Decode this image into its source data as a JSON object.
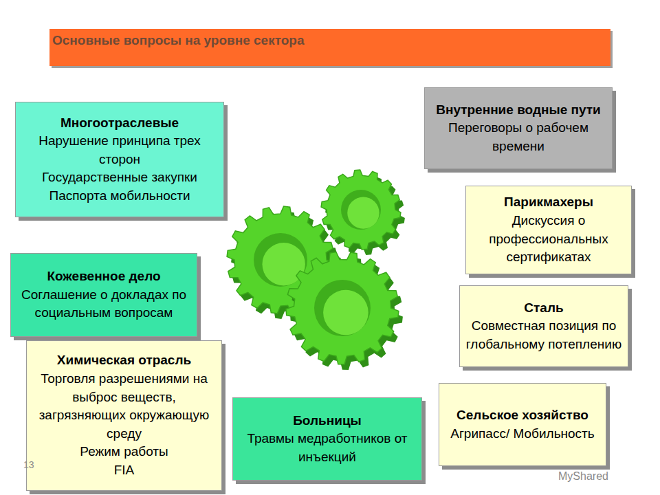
{
  "diagram": {
    "title": "Основные вопросы на уровне сектора",
    "nodes": [
      {
        "text": [
          "Многоотраслевые",
          "Нарушение принципа трех сторон",
          "Государственные закупки",
          "Паспорта мобильности"
        ]
      },
      {
        "text": [
          "Внутренние водные пути",
          "Переговоры о рабочем времени"
        ]
      },
      {
        "text": [
          "Парикмахеры",
          "Дискуссия о профессиональных сертификатах"
        ]
      },
      {
        "text": [
          "Кожевенное дело",
          "Соглашение о докладах по социальным вопросам"
        ]
      },
      {
        "text": [
          "Сталь",
          "Совместная позиция по глобальному потеплению"
        ]
      },
      {
        "text": [
          "Химическая отрасль",
          "Торговля разрешениями на выброс веществ, загрязняющих окружающую среду",
          "Режим работы",
          "FIA"
        ]
      },
      {
        "text": [
          "Больницы",
          "Травмы медработников от инъекций"
        ]
      },
      {
        "text": [
          "Сельское хозяйство",
          "Агрипасс/ Мобильность"
        ]
      }
    ],
    "labels": [
      "13",
      "MyShared"
    ]
  }
}
